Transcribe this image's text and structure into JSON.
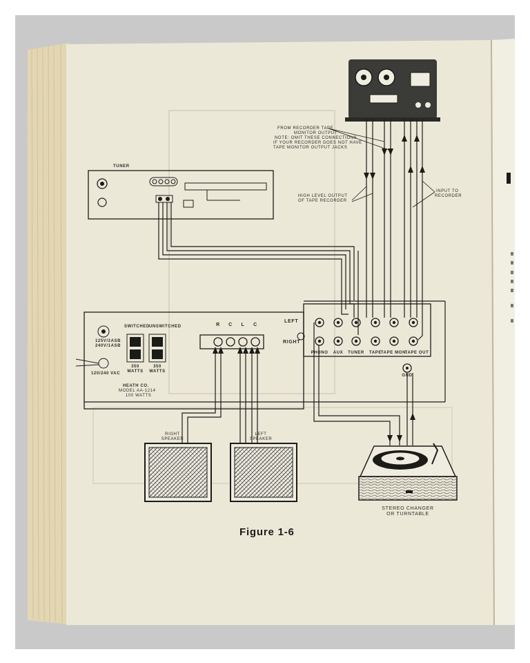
{
  "figure": {
    "caption": "Figure 1-6",
    "tuner_label": "TUNER",
    "recorder_note": {
      "line1": "FROM RECORDER TAPE",
      "line2": "MONITOR OUTPUT",
      "line3": "NOTE: OMIT THESE CONNECTIONS",
      "line4": "IF YOUR RECORDER DOES NOT HAVE",
      "line5": "TAPE MONITOR OUTPUT JACKS"
    },
    "high_level": {
      "line1": "HIGH LEVEL OUTPUT",
      "line2": "OF TAPE RECORDER"
    },
    "input_to": {
      "line1": "INPUT TO",
      "line2": "RECORDER"
    },
    "channel_left": "LEFT",
    "channel_right": "RIGHT",
    "jacks": [
      "PHONO",
      "AUX",
      "TUNER",
      "TAPE",
      "TAPE MON.",
      "TAPE OUT"
    ],
    "gnd": "GND",
    "speaker_terminals": [
      "R",
      "C",
      "L",
      "C"
    ],
    "fuse": {
      "line1": "125V/2ASB",
      "line2": "240V/1ASB"
    },
    "switched": "SWITCHED",
    "unswitched": "UNSWITCHED",
    "watts_switched": {
      "line1": "350",
      "line2": "WATTS"
    },
    "watts_unswitched": {
      "line1": "350",
      "line2": "WATTS"
    },
    "vac": "120/240 VAC",
    "model": {
      "line1": "HEATH CO.",
      "line2": "MODEL  AA-1214",
      "line3": "100 WATTS"
    },
    "right_speaker": {
      "line1": "RIGHT",
      "line2": "SPEAKER"
    },
    "left_speaker": {
      "line1": "LEFT",
      "line2": "SPEAKER"
    },
    "changer": {
      "line1": "STEREO CHANGER",
      "line2": "OR TURNTABLE"
    }
  },
  "colors": {
    "background": "#ffffff",
    "page": "#ece7d6",
    "ink": "#1b1b18",
    "page_edge": "#e2d7b8"
  }
}
